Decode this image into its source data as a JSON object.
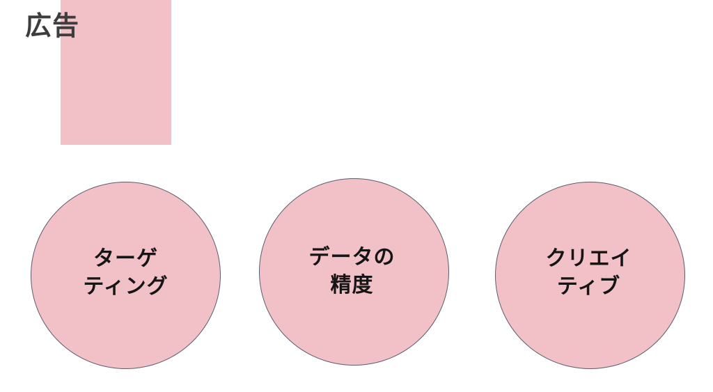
{
  "slide": {
    "title": "広告"
  },
  "colors": {
    "accent": "#f2c1c8",
    "circle_border": "#5b5b6b",
    "title_text": "#3d3d3d",
    "label_text": "#151515"
  },
  "circles": [
    {
      "line1": "ターゲ",
      "line2": "ティング"
    },
    {
      "line1": "データの",
      "line2": "精度"
    },
    {
      "line1": "クリエイ",
      "line2": "ティブ"
    }
  ]
}
